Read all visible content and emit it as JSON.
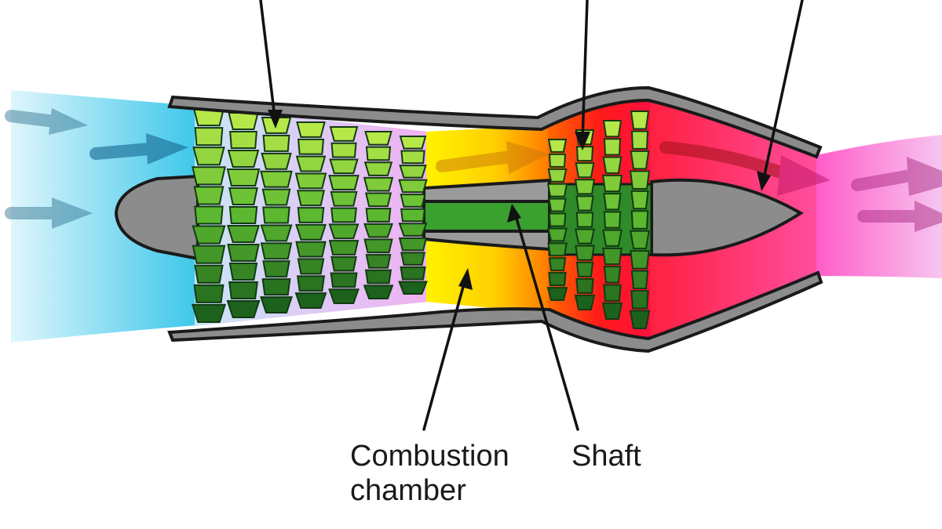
{
  "labels": {
    "combustion": {
      "line1": "Combustion",
      "line2": "chamber"
    },
    "shaft": "Shaft"
  },
  "colors": {
    "intake": "#40c8e8",
    "compressor_zone": "#e8a8f0",
    "combustion": "#ffe800",
    "turbine_hot": "#ff2020",
    "exhaust": "#f080e0",
    "casing": "#8c8c8c",
    "blade_light": "#a8e040",
    "blade_dark": "#1e6a1e",
    "shaft": "#3aa030"
  },
  "compressor_stages": 7,
  "turbine_stages": 4
}
